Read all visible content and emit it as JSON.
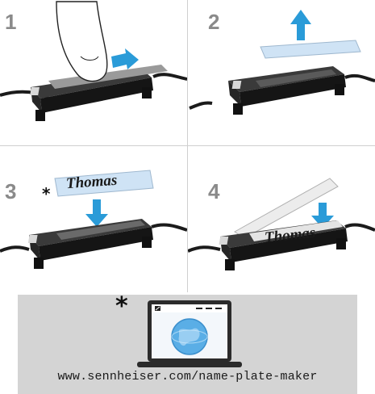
{
  "steps": [
    {
      "number": "1"
    },
    {
      "number": "2"
    },
    {
      "number": "3",
      "marker": "*",
      "plate_text": "Thomas"
    },
    {
      "number": "4",
      "plate_text": "Thomas"
    }
  ],
  "footer": {
    "marker": "*",
    "url": "www.sennheiser.com/name-plate-maker",
    "icons": [
      "laptop-icon",
      "globe-icon",
      "sennheiser-logo-icon"
    ]
  },
  "colors": {
    "arrow": "#2a9bd8",
    "plate": "#cfe3f5",
    "footer_bg": "#d4d4d4",
    "step_number": "#8a8a8a"
  }
}
